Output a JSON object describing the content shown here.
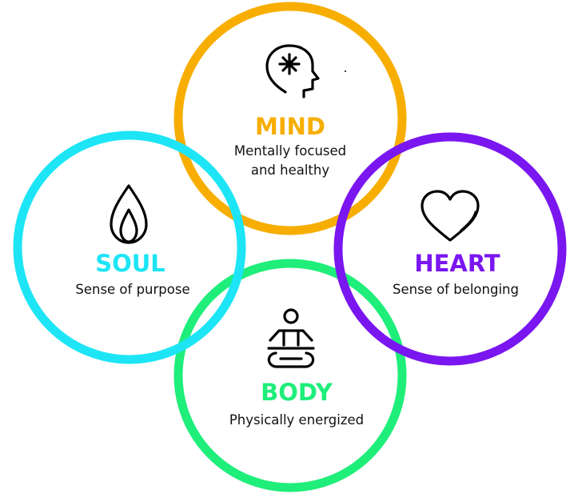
{
  "colors": {
    "mind": "#F7AE00",
    "soul": "#1DE5F5",
    "heart": "#7A16F0",
    "body": "#1FEE7A",
    "text": "#111111",
    "icon": "#000000"
  },
  "circles": {
    "mind": {
      "title": "MIND",
      "line1": "Mentally focused",
      "line2": "and healthy",
      "icon": "head-brain-icon"
    },
    "soul": {
      "title": "SOUL",
      "line1": "Sense of purpose",
      "icon": "flame-icon"
    },
    "heart": {
      "title": "HEART",
      "line1": "Sense of belonging",
      "icon": "heart-icon"
    },
    "body": {
      "title": "BODY",
      "line1": "Physically energized",
      "icon": "meditation-icon"
    }
  }
}
